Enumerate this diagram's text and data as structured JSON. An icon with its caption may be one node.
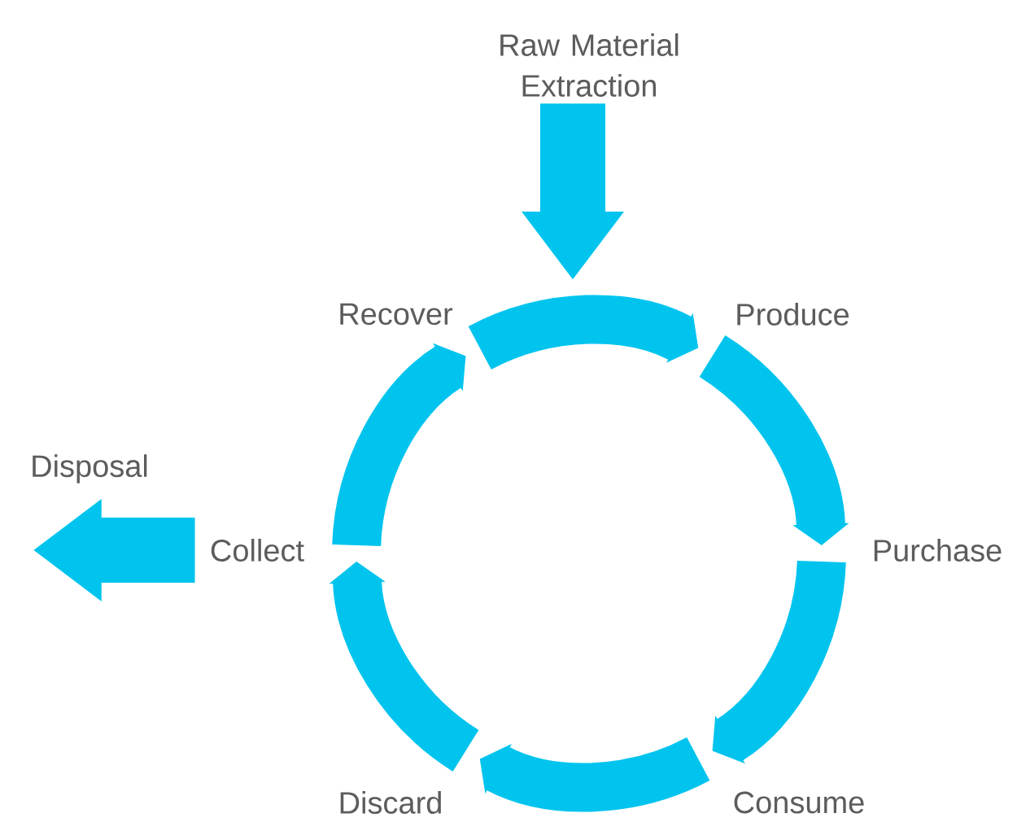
{
  "diagram": {
    "nodes": [
      {
        "text": [
          "Raw Material Extraction"
        ]
      },
      {
        "text": [
          "Recover"
        ]
      },
      {
        "text": [
          "Produce"
        ]
      },
      {
        "text": [
          "Purchase"
        ]
      },
      {
        "text": [
          "Consume"
        ]
      },
      {
        "text": [
          "Discard"
        ]
      },
      {
        "text": [
          "Collect"
        ]
      },
      {
        "text": [
          "Disposal"
        ]
      }
    ],
    "edges": [
      {
        "from": 0,
        "to": null,
        "arrow": "to"
      },
      {
        "from": 1,
        "to": 2,
        "arrow": "to"
      },
      {
        "from": 2,
        "to": 3,
        "arrow": "to"
      },
      {
        "from": 3,
        "to": 4,
        "arrow": "to"
      },
      {
        "from": 4,
        "to": 5,
        "arrow": "to"
      },
      {
        "from": 5,
        "to": 6,
        "arrow": "to"
      },
      {
        "from": 6,
        "to": 1,
        "arrow": "to"
      },
      {
        "from": 6,
        "to": 7,
        "arrow": "to"
      }
    ]
  }
}
